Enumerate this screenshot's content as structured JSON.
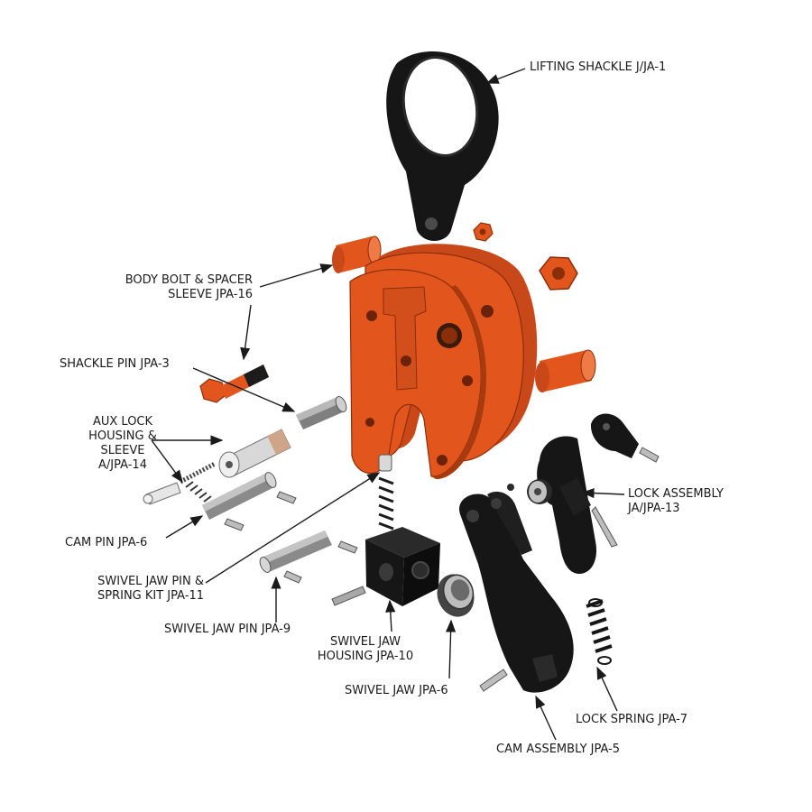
{
  "colors": {
    "orange": "#e2561e",
    "orange_dark": "#b53f12",
    "black_part": "#161616",
    "steel": "#9a9a9a",
    "background": "#ffffff"
  },
  "callouts": {
    "lifting_shackle": {
      "lines": [
        "LIFTING SHACKLE J/JA-1"
      ]
    },
    "body_bolt_spacer": {
      "lines": [
        "BODY BOLT & SPACER",
        "SLEEVE JPA-16"
      ]
    },
    "shackle_pin": {
      "lines": [
        "SHACKLE PIN JPA-3"
      ]
    },
    "aux_lock": {
      "lines": [
        "AUX LOCK",
        "HOUSING &",
        "SLEEVE",
        "A/JPA-14"
      ]
    },
    "cam_pin": {
      "lines": [
        "CAM PIN JPA-6"
      ]
    },
    "swivel_jaw_pin_spring": {
      "lines": [
        "SWIVEL JAW PIN &",
        "SPRING KIT JPA-11"
      ]
    },
    "swivel_jaw_pin": {
      "lines": [
        "SWIVEL JAW PIN JPA-9"
      ]
    },
    "swivel_jaw_housing": {
      "lines": [
        "SWIVEL JAW",
        "HOUSING JPA-10"
      ]
    },
    "swivel_jaw": {
      "lines": [
        "SWIVEL JAW JPA-6"
      ]
    },
    "lock_assembly": {
      "lines": [
        "LOCK ASSEMBLY",
        "JA/JPA-13"
      ]
    },
    "lock_spring": {
      "lines": [
        "LOCK SPRING JPA-7"
      ]
    },
    "cam_assembly": {
      "lines": [
        "CAM ASSEMBLY JPA-5"
      ]
    }
  }
}
